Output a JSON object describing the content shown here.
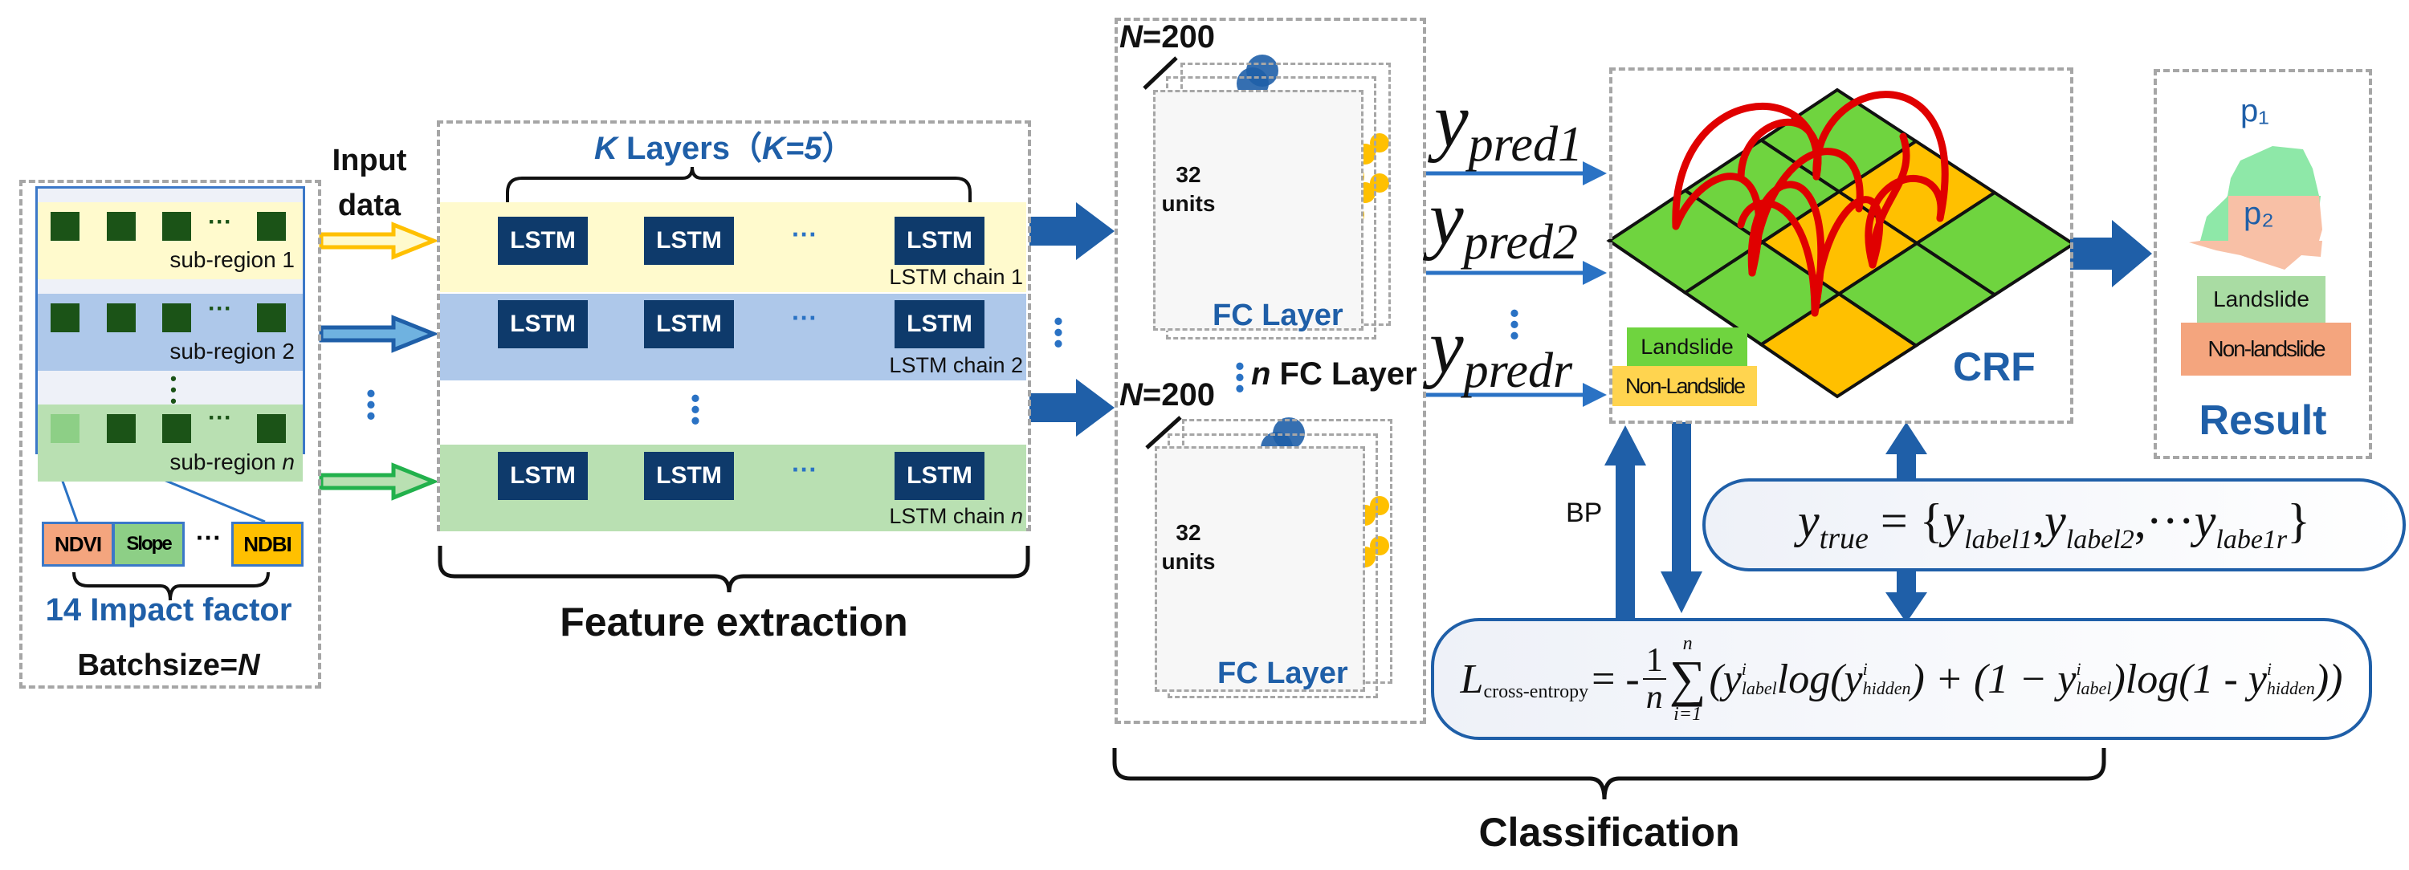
{
  "input_panel": {
    "sub_regions": [
      {
        "label": "sub-region 1",
        "color": "#fffacd"
      },
      {
        "label": "sub-region 2",
        "color": "#aec8ea"
      },
      {
        "label": "sub-region n",
        "color": "#b9e0b2"
      }
    ],
    "sub_region_n_prefix": "sub-region ",
    "sub_region_n_italic": "n",
    "ellipsis": "···",
    "factors": [
      {
        "label": "NDVI",
        "color": "#f4a57e"
      },
      {
        "label": "Slope",
        "color": "#8dcf86"
      },
      {
        "label": "NDBI",
        "color": "#ffc000"
      }
    ],
    "factor_ellipsis": "···",
    "impact_label": "14 Impact factor",
    "batchsize_prefix": "Batchsize=",
    "batchsize_var": "N"
  },
  "input_data_label_line1": "Input",
  "input_data_label_line2": "data",
  "feature_extraction": {
    "k_layers_prefix": "K",
    "k_layers_label": " Layers（",
    "k_value": "K=5",
    "k_close": "）",
    "lstm_label": "LSTM",
    "chains": [
      {
        "label": "LSTM chain 1",
        "color": "#fffacd"
      },
      {
        "label": "LSTM chain 2",
        "color": "#aec8ea"
      },
      {
        "label": "LSTM chain n",
        "color": "#b9e0b2"
      }
    ],
    "chain_n_prefix": "LSTM chain ",
    "chain_n_italic": "n",
    "chain_ellipsis": "···",
    "title": "Feature extraction"
  },
  "fc_panel": {
    "n_label_var": "N",
    "n_label_value": "=200",
    "units_line1": "32",
    "units_line2": "units",
    "fc_layer_label": "FC Layer",
    "n_fc_italic": "n",
    "n_fc_label": " FC Layer"
  },
  "predictions": [
    {
      "base": "y",
      "sub": "pred1"
    },
    {
      "base": "y",
      "sub": "pred2"
    },
    {
      "base": "y",
      "sub": "predr"
    }
  ],
  "crf": {
    "title": "CRF",
    "legend_landslide": "Landslide",
    "legend_non_landslide": "Non-Landslide",
    "colors": {
      "landslide": "#6fd43f",
      "non_landslide": "#ffc000",
      "edge": "#e00000"
    }
  },
  "result": {
    "p1": "p₁",
    "p2": "p₂",
    "legend_landslide": "Landslide",
    "legend_non_landslide": "Non-landslide",
    "title": "Result"
  },
  "bp_label": "BP",
  "y_true_formula": {
    "lhs_base": "y",
    "lhs_sub": "true",
    "eq": " = {",
    "terms": [
      {
        "base": "y",
        "sub": "label1",
        "sep": ","
      },
      {
        "base": "y",
        "sub": "label2",
        "sep": ",···"
      },
      {
        "base": "y",
        "sub": "labe1r",
        "sep": ""
      }
    ],
    "close": "}"
  },
  "loss_formula": {
    "lhs_base": "L",
    "lhs_sub": "cross-entropy",
    "eq": " = -",
    "frac_num": "1",
    "frac_den": "n",
    "sum_top": "n",
    "sum_bottom": "i=1",
    "sum_symbol": "∑",
    "body_1": "(y",
    "sup_i": "i",
    "sub_label": "label",
    "body_2": "log(y",
    "sub_hidden": "hidden",
    "body_3": ") + (1 − y",
    "body_4": ")log(1 - y",
    "body_5": "))"
  },
  "classification_title": "Classification"
}
